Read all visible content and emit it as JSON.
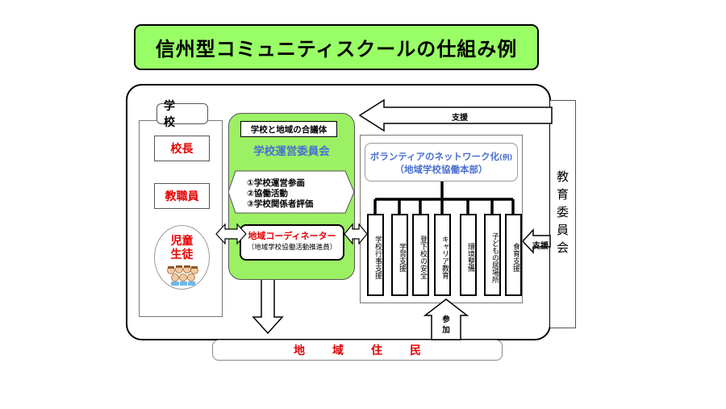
{
  "title": "信州型コミュニティスクールの仕組み例",
  "board_of_education": "教育委員会",
  "school": {
    "label": "学 校",
    "principal": "校長",
    "staff": "教職員",
    "students_line1": "児童",
    "students_line2": "生徒"
  },
  "committee": {
    "council_label": "学校と地域の合議体",
    "name": "学校運営委員会",
    "activities": [
      "①学校運営参画",
      "②協働活動",
      "③学校関係者評価"
    ],
    "coordinator_title": "地域コーディネーター",
    "coordinator_sub": "（地域学校協働活動推進員）"
  },
  "network": {
    "title": "ボランティアのネットワーク化",
    "title_note": "(例)",
    "subtitle": "（地域学校協働本部）",
    "areas": [
      "学校行事支援",
      "学習支援",
      "登下校の安全",
      "キャリア教育",
      "環境整備",
      "子どもの居場所",
      "食育支援"
    ]
  },
  "support_top": "支援",
  "support_side": "支援",
  "participation_line1": "参",
  "participation_line2": "加",
  "residents": "地域住民",
  "colors": {
    "title_bg": "#99ff66",
    "committee_bg": "#9bf064",
    "red_text": "#e60000",
    "blue_text": "#4a6fd0"
  }
}
